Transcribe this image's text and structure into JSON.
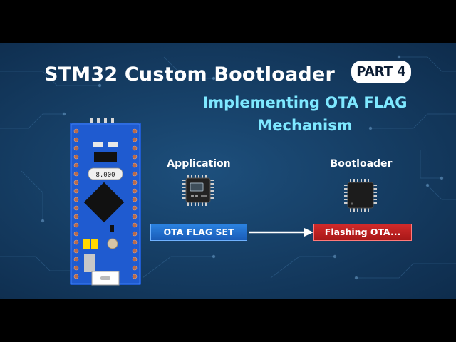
{
  "title": "STM32 Custom Bootloader",
  "part_badge": "PART 4",
  "subtitle_line1": "Implementing OTA FLAG",
  "subtitle_line2": "Mechanism",
  "diagram": {
    "left_node": {
      "label": "Application",
      "status": "OTA FLAG SET"
    },
    "right_node": {
      "label": "Bootloader",
      "status": "Flashing OTA..."
    }
  },
  "board": {
    "display_text": "8.000"
  },
  "colors": {
    "background": "#163f66",
    "subtitle": "#7ee8ff",
    "flag_box": "#1a5cb8",
    "flash_box": "#c02020",
    "board_pcb": "#1f5bd0"
  }
}
